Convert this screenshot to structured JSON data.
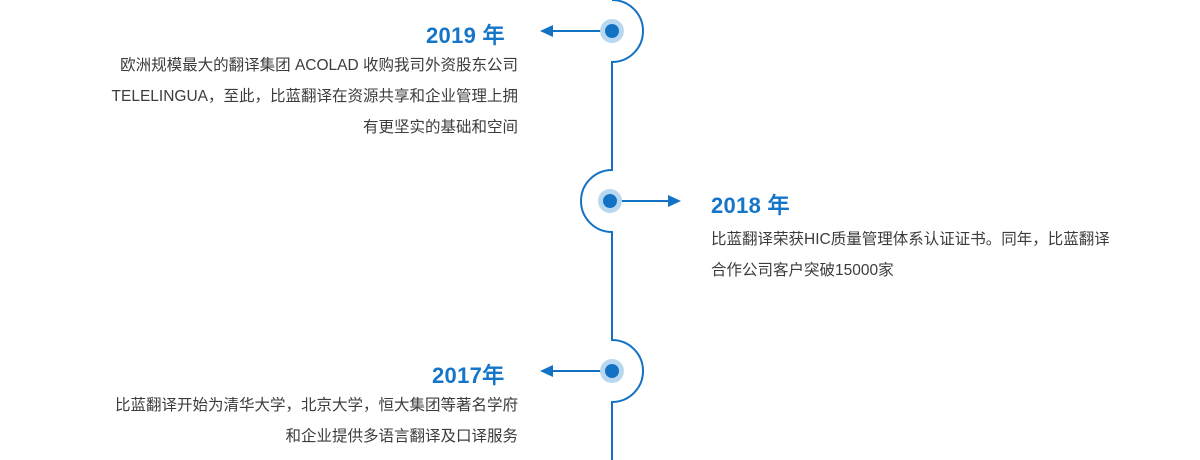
{
  "theme": {
    "accent": "#1575c8",
    "line": "#1372c4",
    "dot_core": "#1372c4",
    "dot_halo": "#b8d8ef",
    "body_text": "#3c3c3c",
    "background": "#ffffff"
  },
  "timeline": {
    "entries": [
      {
        "year_label": "2019 年",
        "side": "left",
        "arrow_direction": "left",
        "description_lines": [
          "欧洲规模最大的翻译集团  ACOLAD  收购我司外资股东公司",
          "TELELINGUA，至此，比蓝翻译在资源共享和企业管理上拥",
          "有更坚实的基础和空间"
        ]
      },
      {
        "year_label": "2018 年",
        "side": "right",
        "arrow_direction": "right",
        "description_lines": [
          "比蓝翻译荣获HIC质量管理体系认证证书。同年，比蓝翻译",
          "合作公司客户突破15000家"
        ]
      },
      {
        "year_label": "2017年",
        "side": "left",
        "arrow_direction": "left",
        "description_lines": [
          "比蓝翻译开始为清华大学，北京大学，恒大集团等著名学府",
          "和企业提供多语言翻译及口译服务"
        ]
      }
    ]
  }
}
